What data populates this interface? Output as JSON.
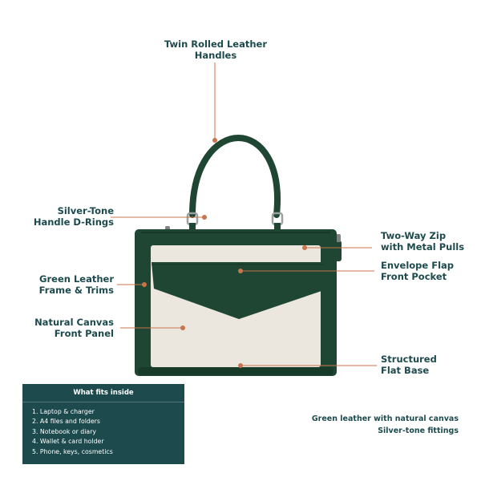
{
  "callouts": {
    "handles": [
      "Twin Rolled Leather",
      "Handles"
    ],
    "drings": [
      "Silver-Tone",
      "Handle D-Rings"
    ],
    "zip": [
      "Two-Way Zip",
      "with Metal Pulls"
    ],
    "frame": [
      "Green Leather",
      "Frame & Trims"
    ],
    "flap": [
      "Envelope Flap",
      "Front Pocket"
    ],
    "canvas": [
      "Natural Canvas",
      "Front Panel"
    ],
    "base": [
      "Structured",
      "Flat Base"
    ]
  },
  "fits_inside": {
    "title": "What fits inside",
    "items": [
      "1. Laptop & charger",
      "2. A4 files and folders",
      "3. Notebook or diary",
      "4. Wallet & card holder",
      "5. Phone, keys, cosmetics"
    ]
  },
  "footer": {
    "line1": "Green leather with natural canvas",
    "line2": "Silver-tone fittings"
  },
  "colors": {
    "text": "#1d4a4d",
    "accent": "#c8744c",
    "leather": "#1f4632",
    "canvas": "#ebe7df",
    "box": "#1d4a4d"
  }
}
